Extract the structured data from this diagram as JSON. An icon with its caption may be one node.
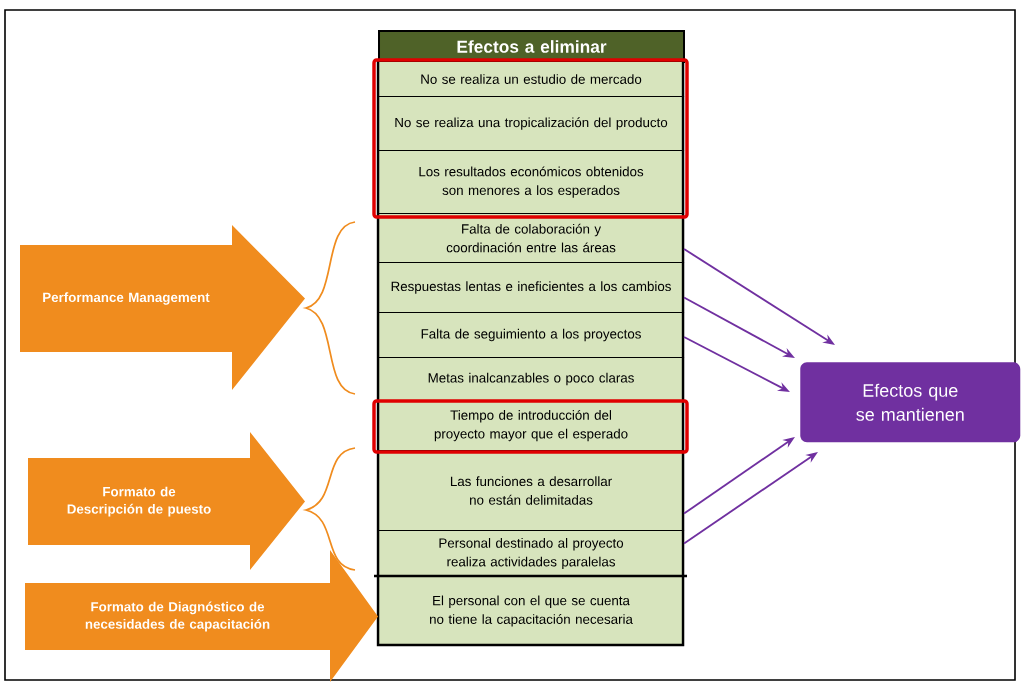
{
  "diagram": {
    "nodes": [
      {
        "text": [
          "Efectos a eliminar"
        ]
      },
      {
        "text": [
          "No se realiza un estudio de mercado"
        ]
      },
      {
        "text": [
          "No se realiza una tropicalización del producto"
        ]
      },
      {
        "text": [
          "Los resultados económicos obtenidos son menores a los esperados"
        ]
      },
      {
        "text": [
          "Falta de colaboración y coordinación entre las áreas"
        ]
      },
      {
        "text": [
          "Respuestas lentas e ineficientes a los cambios"
        ]
      },
      {
        "text": [
          "Falta de seguimiento a los proyectos"
        ]
      },
      {
        "text": [
          "Metas inalcanzables o poco claras"
        ]
      },
      {
        "text": [
          "Tiempo de introducción del proyecto mayor que el esperado"
        ]
      },
      {
        "text": [
          "Las funciones a desarrollar no están delimitadas"
        ]
      },
      {
        "text": [
          "Personal destinado al proyecto realiza actividades paralelas"
        ]
      },
      {
        "text": [
          "El personal con el que se cuenta no tiene la capacitación necesaria"
        ]
      },
      {
        "text": [
          "Performance Management"
        ]
      },
      {
        "text": [
          "Formato de Descripción de puesto"
        ]
      },
      {
        "text": [
          "Formato de Diagnóstico de necesidades de capacitación"
        ]
      },
      {
        "text": [
          "Efectos que se mantienen"
        ]
      }
    ],
    "edges": [
      {
        "from": 4,
        "to": 15,
        "arrow": "to"
      },
      {
        "from": 5,
        "to": 15,
        "arrow": "to"
      },
      {
        "from": 6,
        "to": 15,
        "arrow": "to"
      },
      {
        "from": 9,
        "to": 15,
        "arrow": "to"
      },
      {
        "from": 10,
        "to": 15,
        "arrow": "to"
      }
    ]
  }
}
